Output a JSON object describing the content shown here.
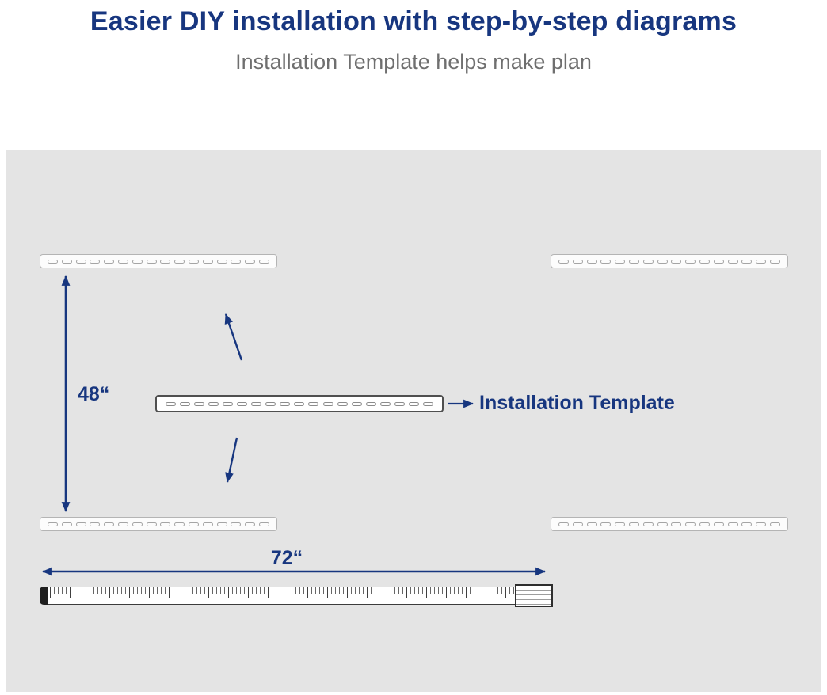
{
  "header": {
    "title": "Easier DIY installation with step-by-step diagrams",
    "subtitle": "Installation Template helps make plan"
  },
  "diagram": {
    "vertical_dimension": "48“",
    "horizontal_dimension": "72“",
    "template_label": "Installation Template",
    "accent_color": "#17367f",
    "slot_count_small": 16,
    "slot_count_template": 19
  }
}
